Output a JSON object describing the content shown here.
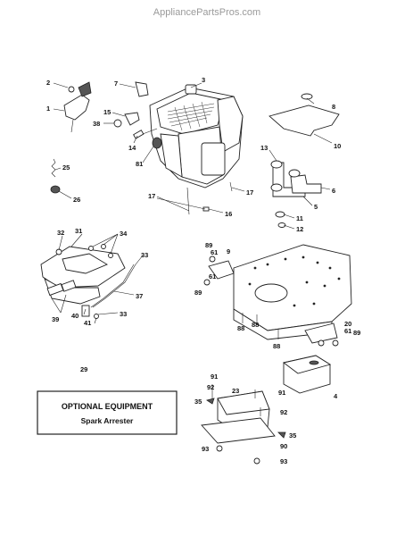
{
  "watermark": "AppliancePartsPros.com",
  "optional_box": {
    "title": "OPTIONAL EQUIPMENT",
    "subtitle": "Spark Arrester"
  },
  "callouts": {
    "c1": "1",
    "c2": "2",
    "c3": "3",
    "c4": "4",
    "c5": "5",
    "c6": "6",
    "c7": "7",
    "c8": "8",
    "c9": "9",
    "c10": "10",
    "c11": "11",
    "c12": "12",
    "c13": "13",
    "c14": "14",
    "c15": "15",
    "c16": "16",
    "c17a": "17",
    "c17b": "17",
    "c20": "20",
    "c23": "23",
    "c25": "25",
    "c26": "26",
    "c29": "29",
    "c31": "31",
    "c32": "32",
    "c33a": "33",
    "c33b": "33",
    "c34": "34",
    "c35a": "35",
    "c35b": "35",
    "c37": "37",
    "c38": "38",
    "c39": "39",
    "c40": "40",
    "c41": "41",
    "c61a": "61",
    "c61b": "61",
    "c61c": "61",
    "c81": "81",
    "c88a": "88",
    "c88b": "88",
    "c88c": "88",
    "c89a": "89",
    "c89b": "89",
    "c89c": "89",
    "c90": "90",
    "c91a": "91",
    "c91b": "91",
    "c92a": "92",
    "c92b": "92",
    "c93a": "93",
    "c93b": "93"
  }
}
